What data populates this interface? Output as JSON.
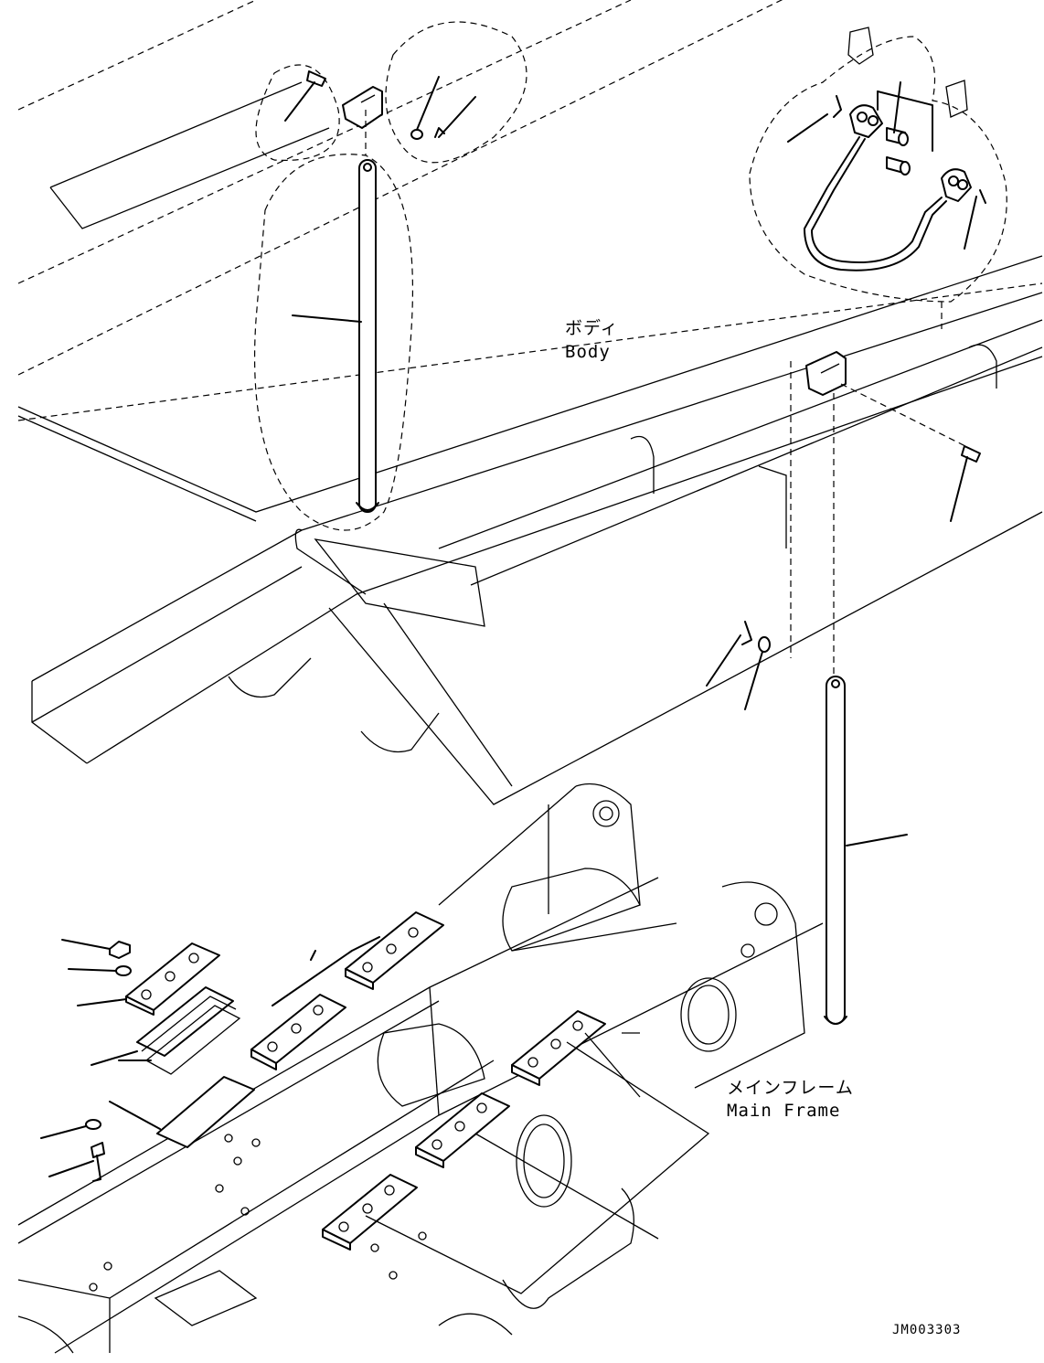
{
  "labels": {
    "body_jp": "ボディ",
    "body_en": "Body",
    "main_frame_jp": "メインフレーム",
    "main_frame_en": "Main Frame",
    "figure_number": "JM003303"
  },
  "colors": {
    "line": "#000000",
    "background": "#ffffff"
  }
}
